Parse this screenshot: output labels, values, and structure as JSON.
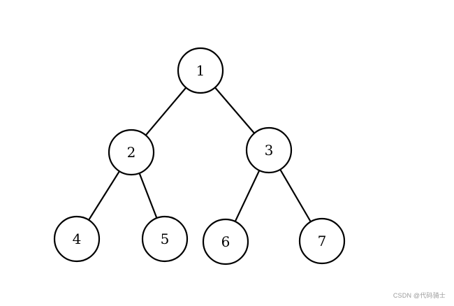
{
  "diagram": {
    "type": "binary-tree",
    "nodes": [
      {
        "id": "n1",
        "label": "1"
      },
      {
        "id": "n2",
        "label": "2"
      },
      {
        "id": "n3",
        "label": "3"
      },
      {
        "id": "n4",
        "label": "4"
      },
      {
        "id": "n5",
        "label": "5"
      },
      {
        "id": "n6",
        "label": "6"
      },
      {
        "id": "n7",
        "label": "7"
      }
    ],
    "edges": [
      {
        "from": "n1",
        "to": "n2"
      },
      {
        "from": "n1",
        "to": "n3"
      },
      {
        "from": "n2",
        "to": "n4"
      },
      {
        "from": "n2",
        "to": "n5"
      },
      {
        "from": "n3",
        "to": "n6"
      },
      {
        "from": "n3",
        "to": "n7"
      }
    ]
  },
  "watermark": {
    "text": "CSDN @代码骑士"
  }
}
